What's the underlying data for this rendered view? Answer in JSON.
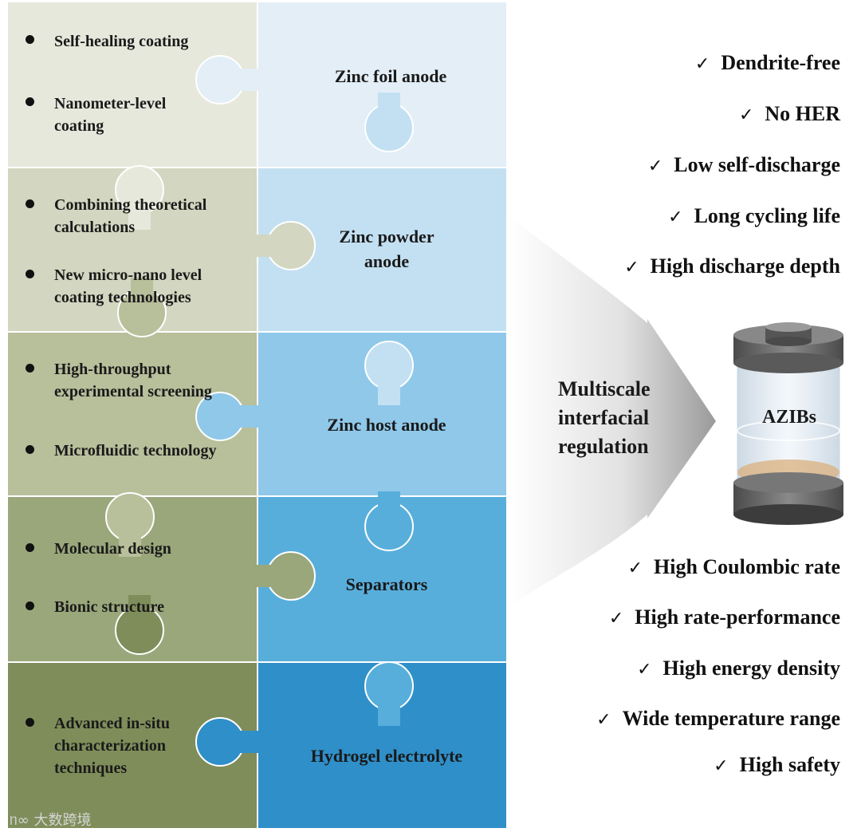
{
  "left_pieces": [
    {
      "bullets": [
        {
          "text": "Self-healing coating"
        },
        {
          "text": "Nanometer-level coating"
        }
      ],
      "color": "#e7e8dc"
    },
    {
      "bullets": [
        {
          "text": "Combining theoretical calculations"
        },
        {
          "text": "New micro-nano level coating technologies"
        }
      ],
      "color": "#d3d6c0"
    },
    {
      "bullets": [
        {
          "text": "High-throughput experimental screening"
        },
        {
          "text": "Microfluidic technology"
        }
      ],
      "color": "#b8bf9b"
    },
    {
      "bullets": [
        {
          "text": "Molecular design"
        },
        {
          "text": "Bionic structure"
        }
      ],
      "color": "#9aa77b"
    },
    {
      "bullets": [
        {
          "text": "Advanced in-situ characterization techniques"
        }
      ],
      "color": "#7f8d5a"
    }
  ],
  "right_pieces": [
    {
      "label": "Zinc foil anode",
      "color": "#e3eef7"
    },
    {
      "label": "Zinc powder anode",
      "color": "#c3e0f2"
    },
    {
      "label": "Zinc host anode",
      "color": "#8fc8e9"
    },
    {
      "label": "Separators",
      "color": "#58aedb"
    },
    {
      "label": "Hydrogel electrolyte",
      "color": "#2f8fc9"
    }
  ],
  "arrow_label": "Multiscale interfacial regulation",
  "battery_label": "AZIBs",
  "benefits_top": [
    "Dendrite-free",
    "No HER",
    "Low self-discharge",
    "Long cycling life",
    "High discharge depth"
  ],
  "benefits_bottom": [
    "High Coulombic rate",
    "High rate-performance",
    "High energy density",
    "Wide temperature range",
    "High safety"
  ],
  "check_symbol": "✓",
  "watermark": "大数跨境"
}
